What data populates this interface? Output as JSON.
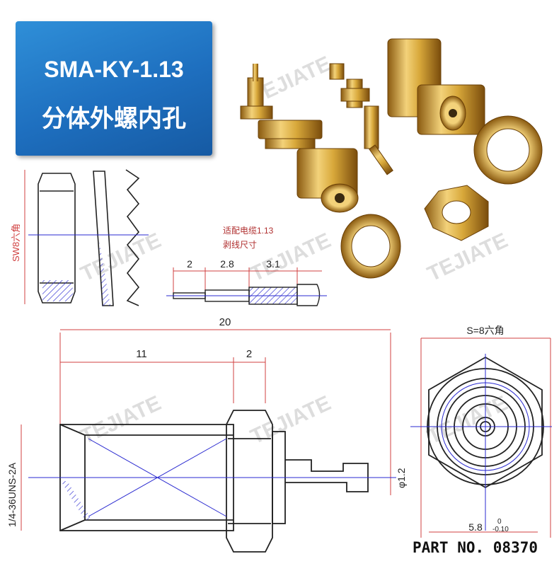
{
  "banner": {
    "title": "SMA-KY-1.13",
    "subtitle": "分体外螺内孔"
  },
  "watermark": {
    "brand": "TEJIATE"
  },
  "side_drawing": {
    "sw_label": "SW8六角"
  },
  "cable_drawing": {
    "note_line1": "适配电缆1.13",
    "note_line2": "剥线尺寸",
    "dims": [
      "2",
      "2.8",
      "3.1"
    ]
  },
  "main_drawing": {
    "total_length": "20",
    "length_a": "11",
    "length_b": "2",
    "thread": "1/4-36UNS-2A",
    "pin_dia": "φ1.2"
  },
  "front_view": {
    "hex": "S=8六角",
    "inner_dia": "5.8",
    "tol_upper": "0",
    "tol_lower": "-0.10"
  },
  "part_number": "PART NO. 08370",
  "colors": {
    "banner": "#1e6fbf",
    "dimension_red": "#d04040",
    "axis_blue": "#2a2ad0",
    "gold": "#d4a22a"
  }
}
